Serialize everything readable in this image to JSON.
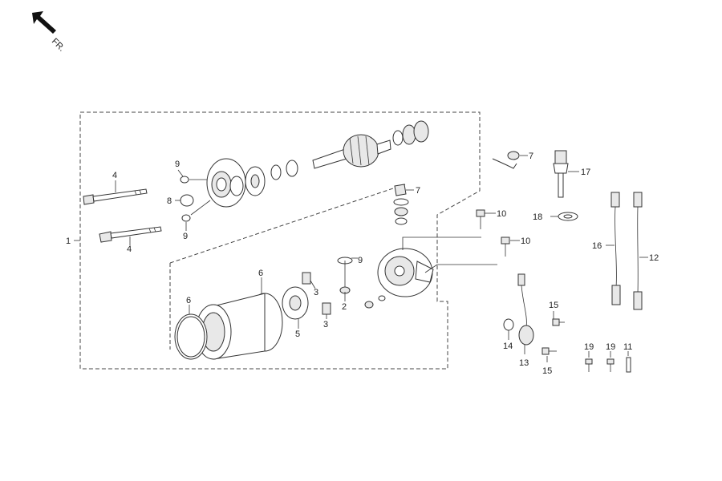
{
  "direction": {
    "label": "FR."
  },
  "callouts": {
    "c1": "1",
    "c2": "2",
    "c3a": "3",
    "c3b": "3",
    "c4a": "4",
    "c4b": "4",
    "c5": "5",
    "c6a": "6",
    "c6b": "6",
    "c7a": "7",
    "c7b": "7",
    "c8": "8",
    "c9a": "9",
    "c9b": "9",
    "c9c": "9",
    "c10a": "10",
    "c10b": "10",
    "c11": "11",
    "c12": "12",
    "c13": "13",
    "c14": "14",
    "c15a": "15",
    "c15b": "15",
    "c16": "16",
    "c17": "17",
    "c18": "18",
    "c19a": "19",
    "c19b": "19"
  }
}
